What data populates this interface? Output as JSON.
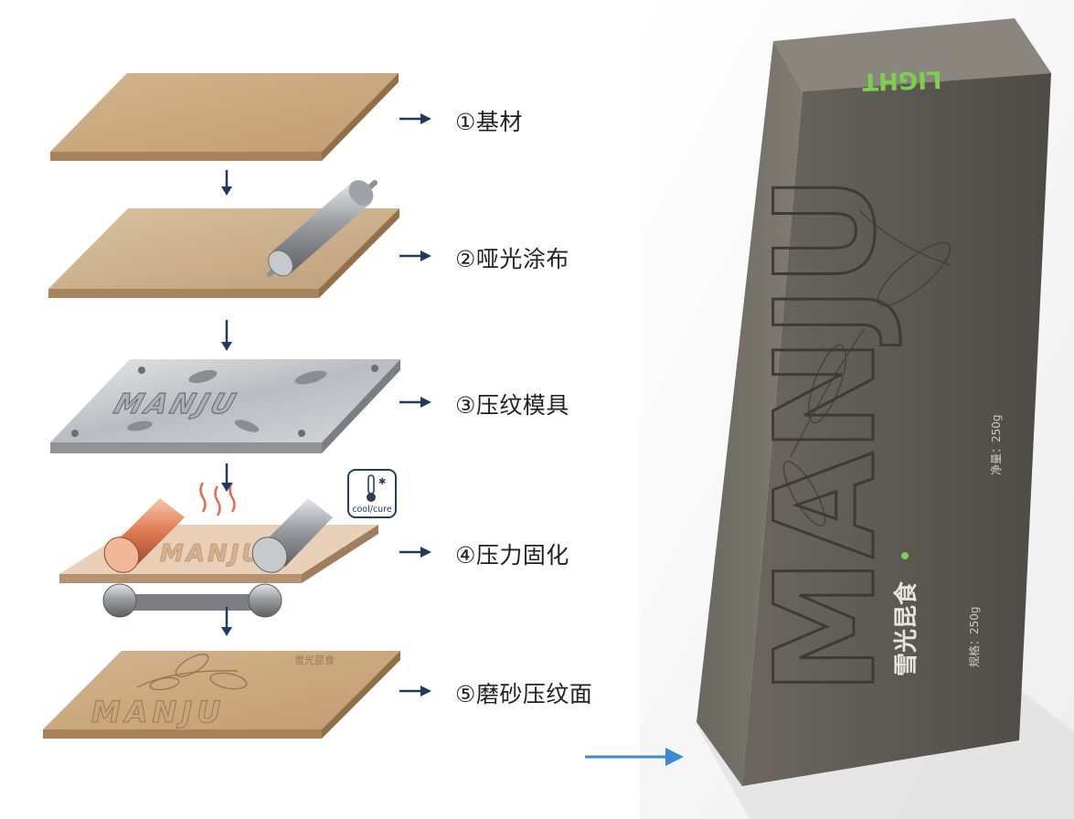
{
  "steps": [
    {
      "label": "①基材",
      "layer": "substrate"
    },
    {
      "label": "②哑光涂布",
      "layer": "matte-coating"
    },
    {
      "label": "③压纹模具",
      "layer": "embossing-die"
    },
    {
      "label": "④压力固化",
      "layer": "pressure-curing"
    },
    {
      "label": "⑤磨砂压纹面",
      "layer": "frosted-embossed-surface"
    }
  ],
  "die_text": "MANJU",
  "cure_badge": {
    "text": "cool/cure",
    "icon": "thermometer-snowflake-icon"
  },
  "product": {
    "brand": "MANJU",
    "line": "LIGHT",
    "name_cn": "雪光昆食",
    "net_weight": "净量：250g",
    "spec_text": "规格：250g"
  },
  "colors": {
    "step_arrow": "#1f3a5f",
    "final_arrow": "#3a8bd6",
    "substrate_top": "#c9a77e",
    "substrate_side": "#a9845a",
    "metal": "#b8bcc0",
    "box_dark": "#5a5650",
    "brand_green": "#7cd14a"
  }
}
